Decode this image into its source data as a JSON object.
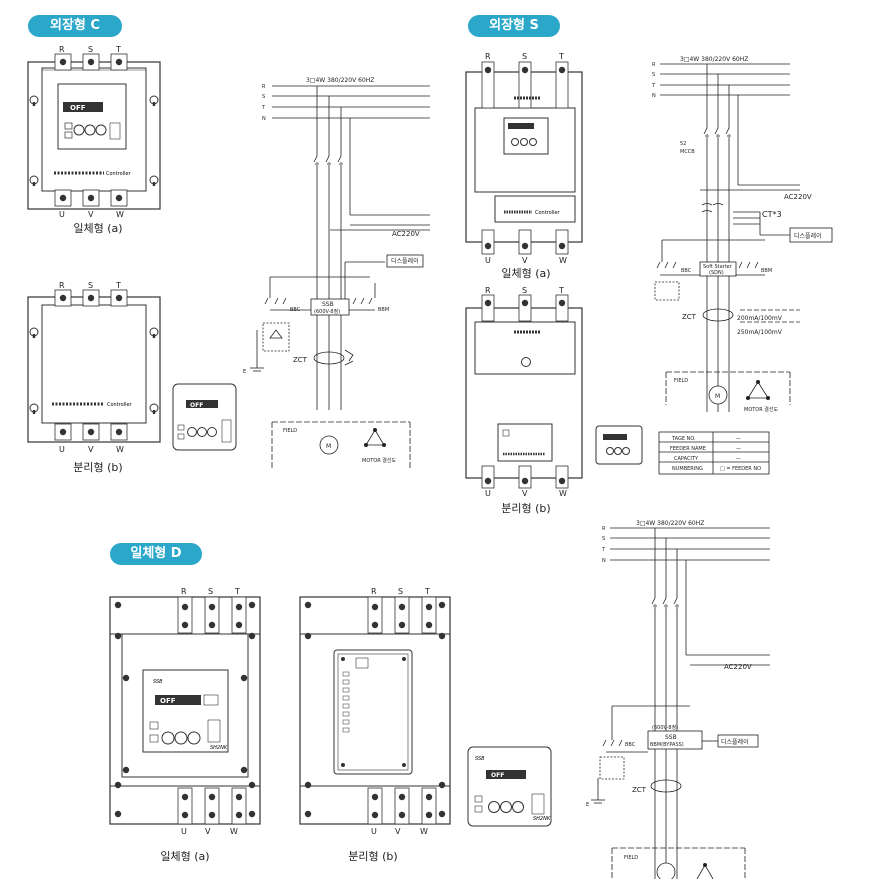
{
  "badges": {
    "c": "외장형 C",
    "s": "외장형 S",
    "d": "일체형 D"
  },
  "captions": {
    "c_a": "일체형 (a)",
    "c_b": "분리형 (b)",
    "s_a": "일체형 (a)",
    "s_b": "분리형 (b)",
    "d_a": "일체형 (a)",
    "d_b": "분리형 (b)"
  },
  "terminals": {
    "r": "R",
    "s": "S",
    "t": "T",
    "u": "U",
    "v": "V",
    "w": "W"
  },
  "wiring": {
    "supply": "3□4W 380/220V 60HZ",
    "supply_s": "3□4W 380/220V 60HZ",
    "supply_d": "3□4W 380/220V 60HZ",
    "ac": "AC220V",
    "display": "디스플레이",
    "ssb": "SSB",
    "ssb_sub": "(600V-8정)",
    "ssb_d": "SSB",
    "ssb_d_sub": "BBM(BYPASS)",
    "ssb_d_top": "(600V-8정)",
    "zct": "ZCT",
    "mccb_no": "52",
    "mccb": "MCCB",
    "ct": "CT*3",
    "soft_starter": "Soft Starter",
    "soft_starter_sub": "(SDN)",
    "rating1": "200mA/100mV",
    "rating2": "250mA/100mV",
    "motor_conn": "MOTOR 결선도",
    "field": "FIELD",
    "bbc": "BBC",
    "bbm": "BBM",
    "e": "E"
  },
  "tag_table": [
    {
      "label": "TAGE NO.",
      "value": "—"
    },
    {
      "label": "FEEDER NAME",
      "value": "—"
    },
    {
      "label": "CAPACITY",
      "value": "—"
    },
    {
      "label": "NUMBERING",
      "value": "□ = FEEDER NO"
    }
  ],
  "panel": {
    "brand": "SSB",
    "model": "SH2NK",
    "controller": "Controller",
    "lcd": "OFF"
  }
}
